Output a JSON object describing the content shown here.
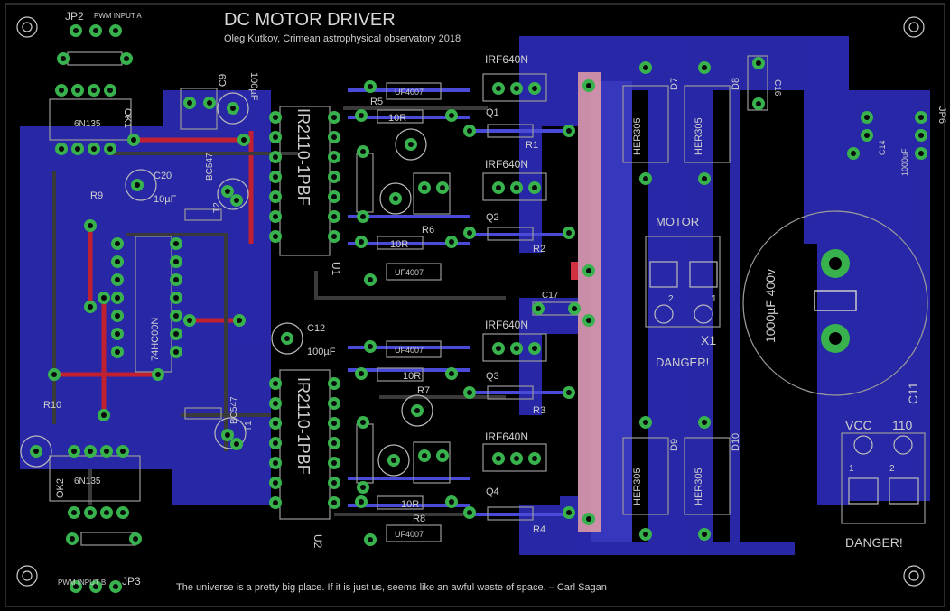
{
  "title": "DC MOTOR DRIVER",
  "subtitle": "Oleg Kutkov, Crimean astrophysical observatory 2018",
  "quote": "The universe is a pretty big place. If it is just us, seems like an awful waste of space. – Carl Sagan",
  "connectors": {
    "jp2": "JP2",
    "pwm_a": "PWM INPUT A",
    "jp3": "JP3",
    "pwm_b": "PWM INPUT B",
    "jp6": "JP6"
  },
  "parts": {
    "ok1": "OK1",
    "ok1_chip": "6N135",
    "ok2": "OK2",
    "ok2_chip": "6N135",
    "u1_chip": "IR2110-1PBF",
    "u1": "U1",
    "u2_chip": "IR2110-1PBF",
    "u2": "U2",
    "u3": "74HC00N",
    "c9": "C9",
    "c9_val": "100µF",
    "c20": "C20",
    "c20_val": "10µF",
    "c12": "C12",
    "c12_val": "100µF",
    "c17": "C17",
    "c16": "C16",
    "c11": "C11",
    "c11_val": "1000µF 400v",
    "c14": "C14",
    "c14_val": "1000uF",
    "q1": "Q1",
    "q2": "Q2",
    "q3": "Q3",
    "q4": "Q4",
    "irf": "IRF640N",
    "r1": "R1",
    "r2": "R2",
    "r3": "R3",
    "r4": "R4",
    "r5": "R5",
    "r6": "R6",
    "r7": "R7",
    "r8": "R8",
    "r9": "R9",
    "r10": "R10",
    "r_val": "10R",
    "uf": "UF4007",
    "d7": "D7",
    "d8": "D8",
    "d9": "D9",
    "d10": "D10",
    "her": "HER305",
    "motor": "MOTOR",
    "x1": "X1",
    "danger": "DANGER!",
    "vcc": "VCC",
    "v110": "110",
    "t1": "T1",
    "t2": "T2",
    "bc": "BC547",
    "n1": "1",
    "n2": "2"
  }
}
